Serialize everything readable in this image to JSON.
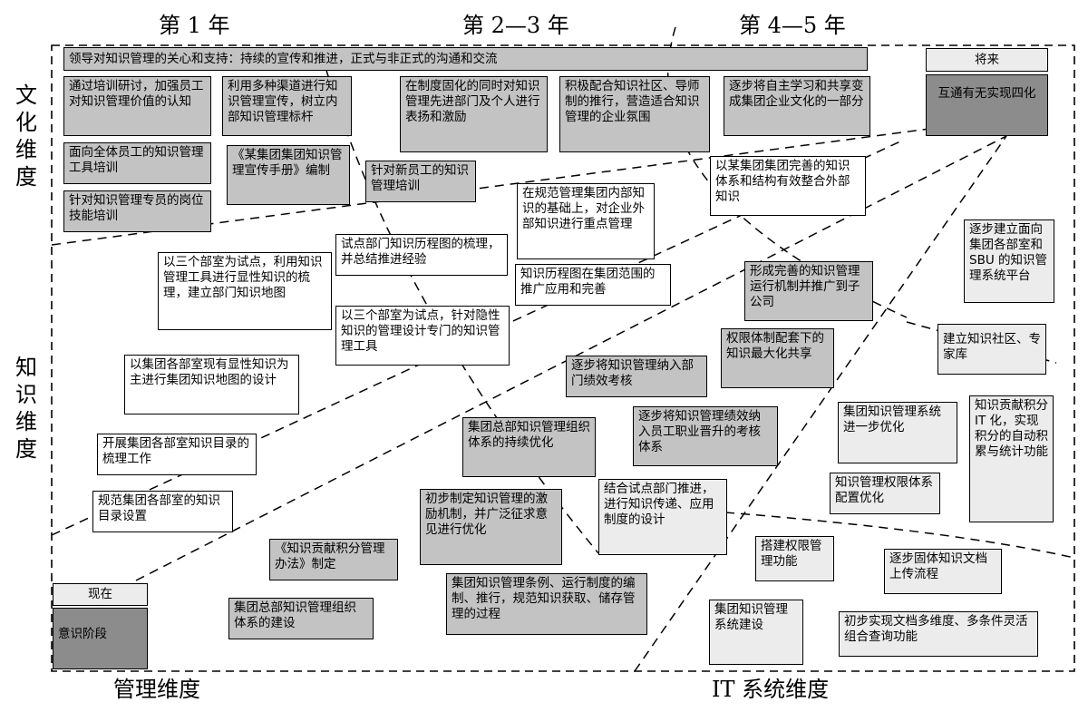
{
  "years": {
    "y1": "第 1 年",
    "y2": "第 2—3 年",
    "y3": "第 4—5 年"
  },
  "dimensions": {
    "culture": "文化维度",
    "knowledge": "知识维度",
    "management": "管理维度",
    "it": "IT 系统维度"
  },
  "stages": {
    "now_label": "现在",
    "now_stage": "意识阶段",
    "future_label": "将来",
    "future_stage": "互通有无实现四化"
  },
  "boxes": {
    "top_banner": "领导对知识管理的关心和支持：持续的宣传和推进，正式与非正式的沟通和交流",
    "c1": "通过培训研讨，加强员工对知识管理价值的认知",
    "c2": "利用多种渠道进行知识管理宣传，树立内部知识管理标杆",
    "c3": "在制度固化的同时对知识管理先进部门及个人进行表扬和激励",
    "c4": "积极配合知识社区、导师制的推行，营造适合知识管理的企业氛围",
    "c5": "逐步将自主学习和共享变成集团企业文化的一部分",
    "c6": "面向全体员工的知识管理工具培训",
    "c7": "《某集团集团知识管理宣传手册》编制",
    "c8": "针对知识管理专员的岗位技能培训",
    "c9": "针对新员工的知识管理培训",
    "k1": "以某集团集团完善的知识体系和结构有效整合外部知识",
    "k2": "在规范管理集团内部知识的基础上，对企业外部知识进行重点管理",
    "k3": "试点部门知识历程图的梳理，并总结推进经验",
    "k4": "以三个部室为试点，利用知识管理工具进行显性知识的梳理，建立部门知识地图",
    "k5": "知识历程图在集团范围的推广应用和完善",
    "k6": "以三个部室为试点，针对隐性知识的管理设计专门的知识管理工具",
    "k7": "以集团各部室现有显性知识为主进行集团知识地图的设计",
    "k8": "开展集团各部室知识目录的梳理工作",
    "k9": "规范集团各部室的知识目录设置",
    "it1": "逐步建立面向集团各部室和SBU 的知识管理系统平台",
    "it2": "建立知识社区、专家库",
    "it3": "知识贡献积分 IT 化，实现积分的自动积累与统计功能",
    "it4": "集团知识管理系统进一步优化",
    "it5": "知识管理权限体系配置优化",
    "it6": "搭建权限管理功能",
    "it7": "逐步固体知识文档上传流程",
    "it8": "集团知识管理系统建设",
    "it9": "初步实现文档多维度、多条件灵活组合查询功能",
    "m1": "形成完善的知识管理运行机制并推广到子公司",
    "m2": "权限体制配套下的知识最大化共享",
    "m3": "逐步将知识管理纳入部门绩效考核",
    "m4": "逐步将知识管理绩效纳入员工职业晋升的考核体系",
    "m5": "集团总部知识管理组织体系的持续优化",
    "m6": "结合试点部门推进，进行知识传递、应用制度的设计",
    "m7": "初步制定知识管理的激励机制，并广泛征求意见进行优化",
    "m8": "《知识贡献积分管理办法》制定",
    "m9": "集团知识管理条例、运行制度的编制、推行，规范知识获取、储存管理的过程",
    "m10": "集团总部知识管理组织体系的建设"
  }
}
